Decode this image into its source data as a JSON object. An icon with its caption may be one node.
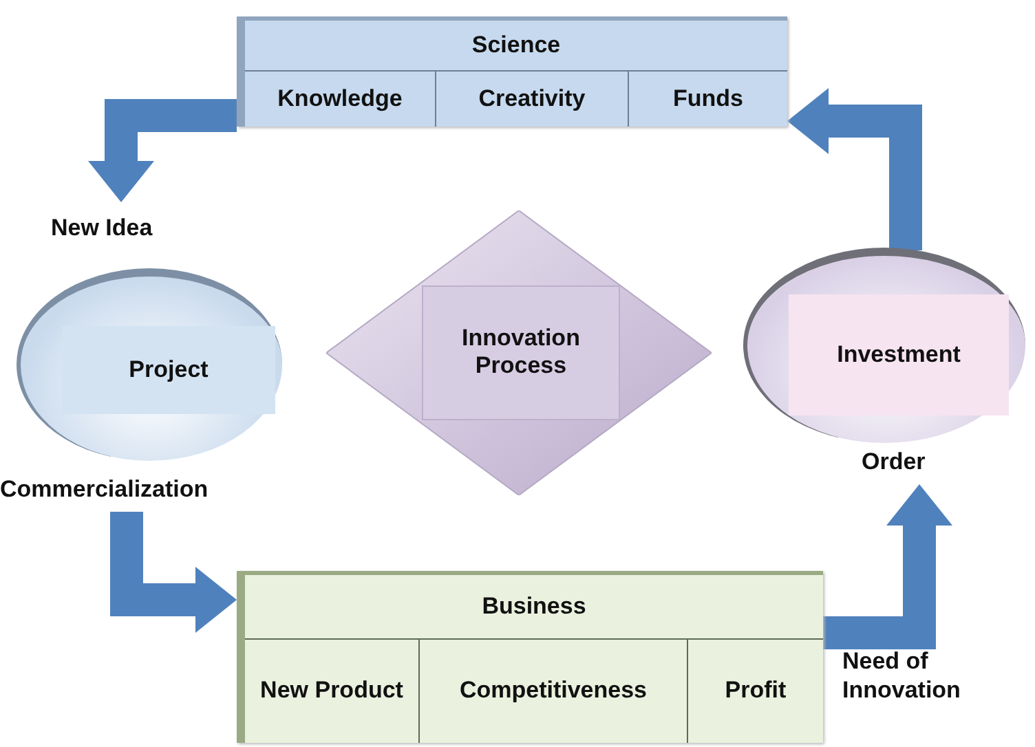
{
  "diagram": {
    "nodes": [
      {
        "text": [
          "Science"
        ]
      },
      {
        "text": [
          "Knowledge"
        ],
        "in": 0
      },
      {
        "text": [
          "Creativity"
        ],
        "in": 0
      },
      {
        "text": [
          "Funds"
        ],
        "in": 0
      },
      {
        "text": [
          "Project"
        ],
        "beside": [
          "New Idea",
          "Commercialization"
        ]
      },
      {
        "text": [
          "Innovation Process"
        ]
      },
      {
        "text": [
          "Investment"
        ],
        "beside": [
          "Order"
        ]
      },
      {
        "text": [
          "Business"
        ],
        "beside": [
          "Need of Innovation"
        ]
      },
      {
        "text": [
          "New Product"
        ],
        "in": 7
      },
      {
        "text": [
          "Competitiveness"
        ],
        "in": 7
      },
      {
        "text": [
          "Profit"
        ],
        "in": 7
      }
    ],
    "edges": [
      {
        "from": 0,
        "to": 4,
        "arrow": "to"
      },
      {
        "from": 4,
        "to": 7,
        "arrow": "to"
      },
      {
        "from": 7,
        "to": 6,
        "arrow": "to"
      },
      {
        "from": 6,
        "to": 0,
        "arrow": "to"
      }
    ]
  }
}
